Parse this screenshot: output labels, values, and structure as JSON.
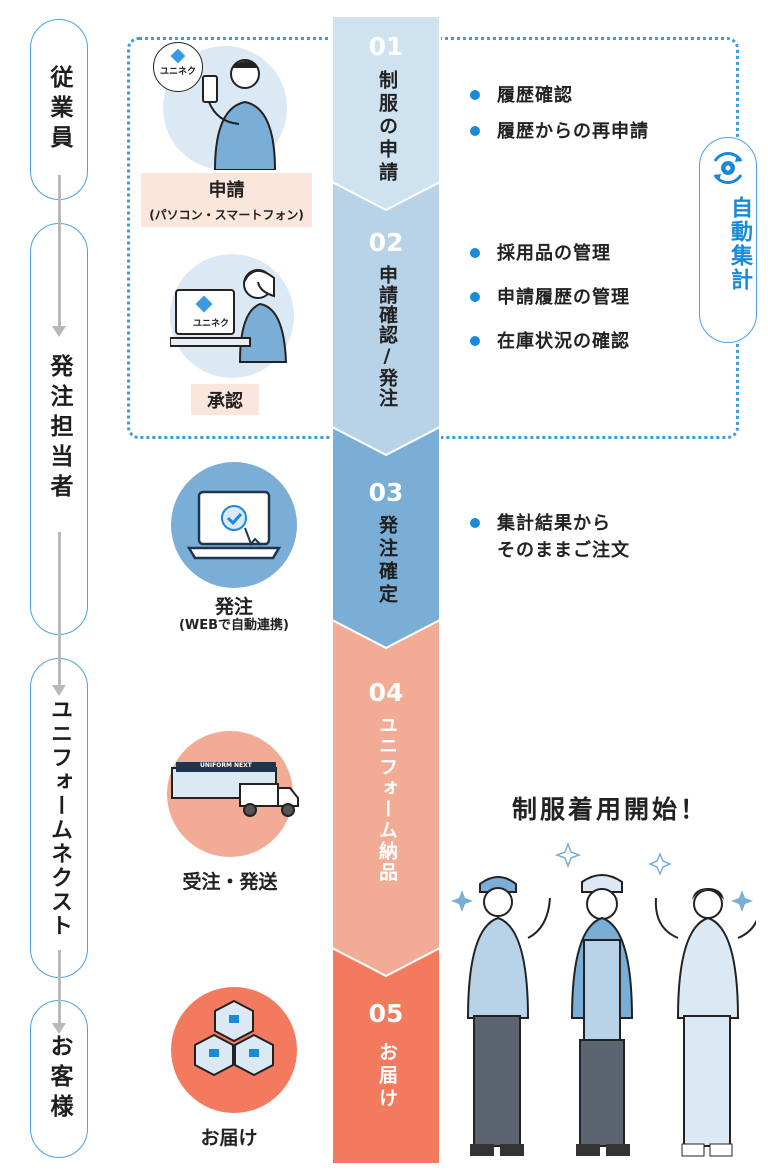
{
  "roles": [
    "従業員",
    "発注担当者",
    "ユニフォームネクスト",
    "お客様"
  ],
  "steps": [
    {
      "num": "01",
      "label": "制服の申請",
      "color": "#cfe2ef",
      "text_color": "#222"
    },
    {
      "num": "02",
      "label": "申請確認/発注",
      "color": "#b8d3e8",
      "text_color": "#222"
    },
    {
      "num": "03",
      "label": "発注確定",
      "color": "#7aaed6",
      "text_color": "#1e1e1e"
    },
    {
      "num": "04",
      "label": "ユニフォーム納品",
      "color": "#f2ab95",
      "text_color": "#ffffff"
    },
    {
      "num": "05",
      "label": "お届け",
      "color": "#f47a5f",
      "text_color": "#ffffff"
    }
  ],
  "illustrations": {
    "apply": {
      "caption": "申請",
      "sub": "(パソコン・スマートフォン)",
      "logo": "ユニネク",
      "icon": "person-with-phone-icon"
    },
    "approve": {
      "caption": "承認",
      "logo": "ユニネク",
      "icon": "person-at-computer-icon"
    },
    "order": {
      "caption": "発注",
      "sub": "(WEBで自動連携)",
      "icon": "laptop-checkmark-icon"
    },
    "ship": {
      "caption": "受注・発送",
      "truck_label": "UNIFORM NEXT",
      "icon": "truck-icon"
    },
    "deliver": {
      "caption": "お届け",
      "icon": "boxes-icon"
    }
  },
  "bullets": {
    "step1": [
      "履歴確認",
      "履歴からの再申請"
    ],
    "step2": [
      "採用品の管理",
      "申請履歴の管理",
      "在庫状況の確認"
    ],
    "step3": [
      "集計結果から\nそのままご注文"
    ]
  },
  "auto_total": {
    "label": "自動集計",
    "icon": "gear-refresh-icon"
  },
  "headline": "制服着用開始！",
  "colors": {
    "accent": "#1a8ad7",
    "light_blue": "#dbe9f5",
    "peach": "#fbe6dc",
    "coral": "#f47a5f"
  }
}
